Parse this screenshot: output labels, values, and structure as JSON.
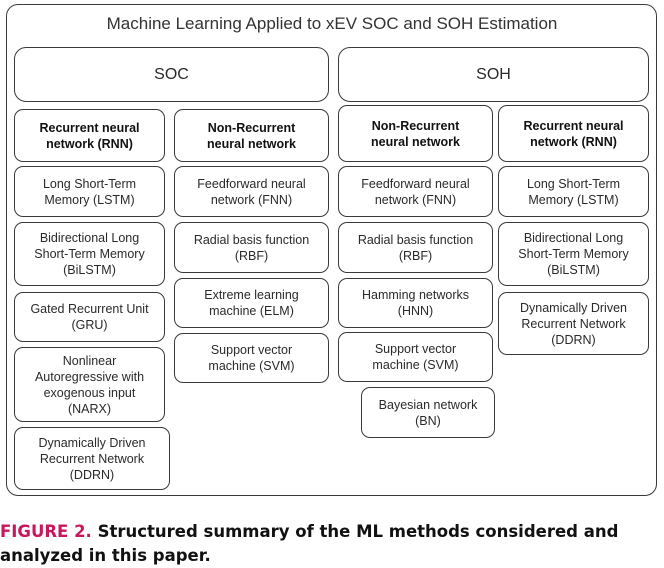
{
  "title": "Machine Learning Applied to xEV SOC and SOH Estimation",
  "soc": {
    "label": "SOC",
    "rnn": {
      "header": "Recurrent neural\nnetwork (RNN)",
      "items": [
        "Long Short-Term\nMemory (LSTM)",
        "Bidirectional Long\nShort-Term Memory\n(BiLSTM)",
        "Gated Recurrent Unit\n(GRU)",
        "Nonlinear\nAutoregressive with\nexogenous input\n(NARX)",
        "Dynamically Driven\nRecurrent Network\n(DDRN)"
      ]
    },
    "non_rnn": {
      "header": "Non-Recurrent\nneural network",
      "items": [
        "Feedforward neural\nnetwork (FNN)",
        "Radial basis function\n(RBF)",
        "Extreme learning\nmachine (ELM)",
        "Support vector\nmachine (SVM)"
      ]
    }
  },
  "soh": {
    "label": "SOH",
    "non_rnn": {
      "header": "Non-Recurrent\nneural network",
      "items": [
        "Feedforward neural\nnetwork (FNN)",
        "Radial basis function\n(RBF)",
        "Hamming networks\n(HNN)",
        "Support vector\nmachine (SVM)",
        "Bayesian network\n(BN)"
      ]
    },
    "rnn": {
      "header": "Recurrent neural\nnetwork (RNN)",
      "items": [
        "Long Short-Term\nMemory (LSTM)",
        "Bidirectional Long\nShort-Term Memory\n(BiLSTM)",
        "Dynamically Driven\nRecurrent Network\n(DDRN)"
      ]
    }
  },
  "caption": {
    "figure_label": "FIGURE 2.",
    "text": "Structured summary of the ML methods considered and analyzed in this paper."
  }
}
